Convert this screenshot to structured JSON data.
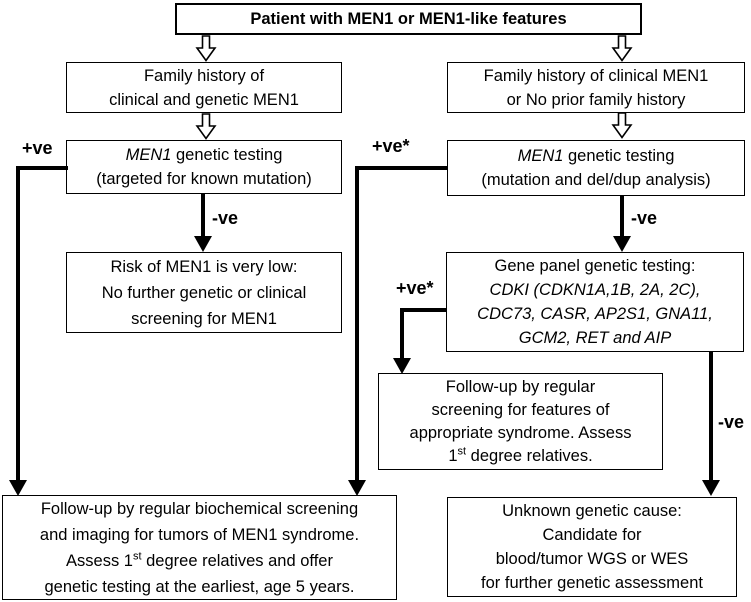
{
  "colors": {
    "ink": "#000000",
    "paper": "#ffffff"
  },
  "nodes": {
    "patient": {
      "lines": [
        [
          {
            "t": "Patient with MEN1 or MEN1-like features"
          }
        ]
      ]
    },
    "family_left": {
      "lines": [
        [
          {
            "t": "Family history of"
          }
        ],
        [
          {
            "t": "clinical and genetic MEN1"
          }
        ]
      ]
    },
    "family_right": {
      "lines": [
        [
          {
            "t": "Family history of clinical MEN1"
          }
        ],
        [
          {
            "t": "or No prior family history"
          }
        ]
      ]
    },
    "testing_left": {
      "lines": [
        [
          {
            "t": "MEN1",
            "i": true
          },
          {
            "t": " genetic testing"
          }
        ],
        [
          {
            "t": "(targeted for known mutation)"
          }
        ]
      ]
    },
    "testing_right": {
      "lines": [
        [
          {
            "t": "MEN1",
            "i": true
          },
          {
            "t": " genetic testing"
          }
        ],
        [
          {
            "t": "(mutation and del/dup analysis)"
          }
        ]
      ]
    },
    "risk_low": {
      "lines": [
        [
          {
            "t": "Risk of MEN1 is very low:"
          }
        ],
        [
          {
            "t": "No further genetic or clinical"
          }
        ],
        [
          {
            "t": "screening for MEN1"
          }
        ]
      ]
    },
    "gene_panel": {
      "lines": [
        [
          {
            "t": "Gene panel genetic testing:"
          }
        ],
        [
          {
            "t": "CDKI (CDKN1A,1B, 2A, 2C),",
            "i": true
          }
        ],
        [
          {
            "t": "CDC73, CASR, AP2S1, GNA11,",
            "i": true
          }
        ],
        [
          {
            "t": "GCM2, RET and AIP",
            "i": true
          }
        ]
      ]
    },
    "followup_syndrome": {
      "lines": [
        [
          {
            "t": "Follow-up by regular"
          }
        ],
        [
          {
            "t": "screening for features of"
          }
        ],
        [
          {
            "t": "appropriate syndrome. Assess"
          }
        ],
        [
          {
            "t": "1"
          },
          {
            "t": "st",
            "sup": true
          },
          {
            "t": " degree relatives."
          }
        ]
      ]
    },
    "followup_men1": {
      "lines": [
        [
          {
            "t": "Follow-up by regular biochemical screening"
          }
        ],
        [
          {
            "t": "and imaging for tumors of MEN1 syndrome."
          }
        ],
        [
          {
            "t": "Assess 1"
          },
          {
            "t": "st",
            "sup": true
          },
          {
            "t": " degree relatives and offer"
          }
        ],
        [
          {
            "t": "genetic testing at the earliest, age 5 years."
          }
        ]
      ]
    },
    "unknown_cause": {
      "lines": [
        [
          {
            "t": "Unknown genetic cause:"
          }
        ],
        [
          {
            "t": "Candidate for"
          }
        ],
        [
          {
            "t": "blood/tumor WGS or WES"
          }
        ],
        [
          {
            "t": "for further genetic assessment"
          }
        ]
      ]
    }
  },
  "edge_labels": {
    "positive_left": "+ve",
    "positive_star_right": "+ve*",
    "positive_star_panel": "+ve*",
    "negative_left": "-ve",
    "negative_right": "-ve",
    "negative_panel": "-ve"
  }
}
